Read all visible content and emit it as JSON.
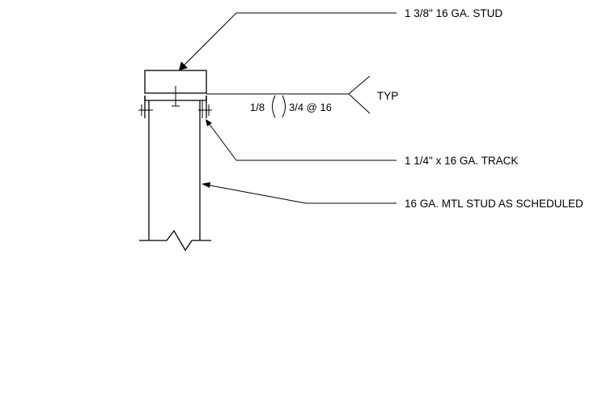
{
  "detail": {
    "callouts": {
      "stud": "1 3/8\" 16 GA. STUD",
      "track": "1 1/4\" x 16 GA. TRACK",
      "metal_stud": "16 GA. MTL STUD AS SCHEDULED"
    },
    "weld_symbol": {
      "tail_note": "TYP",
      "near_side": "1/8",
      "far_side": "3/4 @ 16"
    }
  }
}
